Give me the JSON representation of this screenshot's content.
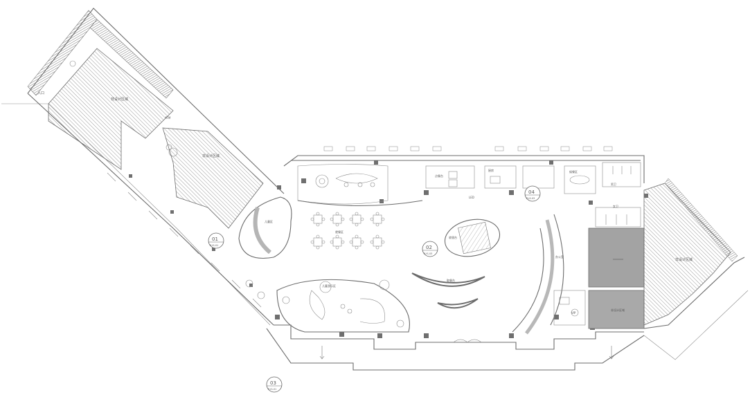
{
  "plan": {
    "view_markers": [
      {
        "number": "01",
        "ref": "P-IS-01"
      },
      {
        "number": "02",
        "ref": "P-IS-03"
      },
      {
        "number": "03",
        "ref": "P-IS-01"
      },
      {
        "number": "04",
        "ref": "P-IS-03"
      }
    ],
    "room_labels": {
      "left_upper_zone": "非设计区域",
      "left_lower_zone": "非设计区域",
      "right_zone": "非设计区域",
      "lower_right_zone": "非设计区域",
      "entrance_left": "入口",
      "children_area": "儿童区",
      "dining_left": "就餐区",
      "center_island": "收银台",
      "child_play": "儿童游乐区",
      "counter_a": "点餐台",
      "counter_b": "取餐台",
      "kitchen": "厨房",
      "restroom_m": "男卫",
      "restroom_f": "女卫",
      "lobby": "候餐区",
      "office": "办公室",
      "vip": "VIP"
    },
    "small_notes": [
      "LED",
      "ATM"
    ],
    "colors": {
      "line": "#6b6b6b",
      "hatch": "#7d7d7d",
      "shade": "#9e9e9e",
      "label": "#555555"
    }
  }
}
